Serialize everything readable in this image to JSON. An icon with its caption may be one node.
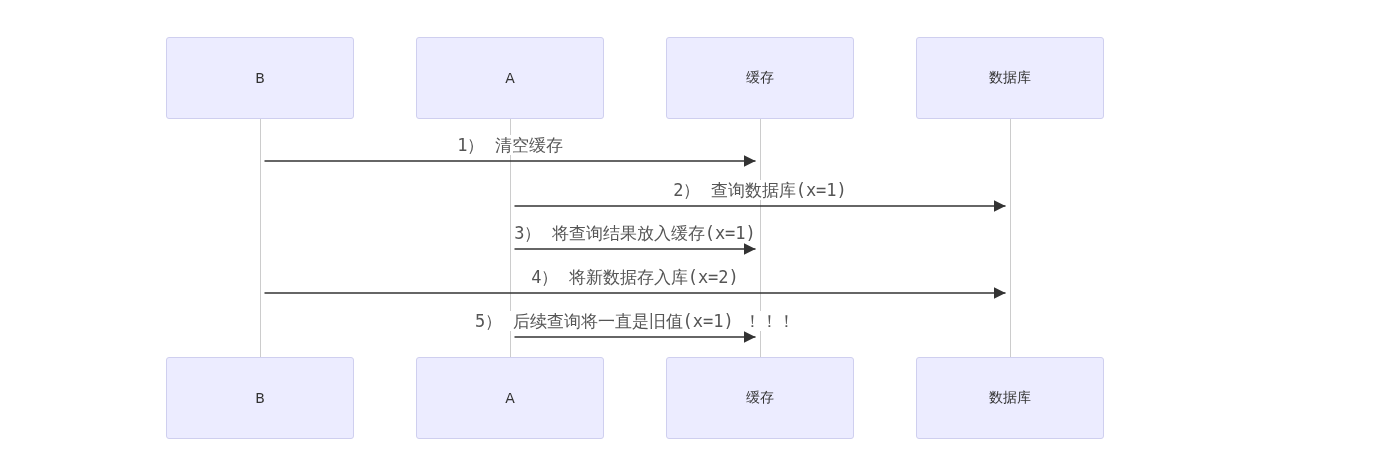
{
  "diagram": {
    "nodes": [
      {
        "text": [
          "B"
        ]
      },
      {
        "text": [
          "A"
        ]
      },
      {
        "text": [
          "缓存"
        ]
      },
      {
        "text": [
          "数据库"
        ]
      },
      {
        "text": [],
        "shape": "line"
      },
      {
        "text": [],
        "shape": "line"
      },
      {
        "text": [],
        "shape": "line"
      },
      {
        "text": [],
        "shape": "line"
      },
      {
        "text": [
          "B"
        ]
      },
      {
        "text": [
          "A"
        ]
      },
      {
        "text": [
          "缓存"
        ]
      },
      {
        "text": [
          "数据库"
        ]
      }
    ],
    "edges": [
      {
        "from": 4,
        "to": 6,
        "arrow": "to",
        "label": "1） 清空缓存"
      },
      {
        "from": 5,
        "to": 7,
        "arrow": "to",
        "label": "2） 查询数据库(x=1)"
      },
      {
        "from": 5,
        "to": 6,
        "arrow": "to",
        "label": "3） 将查询结果放入缓存(x=1)"
      },
      {
        "from": 4,
        "to": 7,
        "arrow": "to",
        "label": "4） 将新数据存入库(x=2)"
      },
      {
        "from": 5,
        "to": 6,
        "arrow": "to",
        "label": "5） 后续查询将一直是旧值(x=1) ！！！"
      }
    ]
  }
}
